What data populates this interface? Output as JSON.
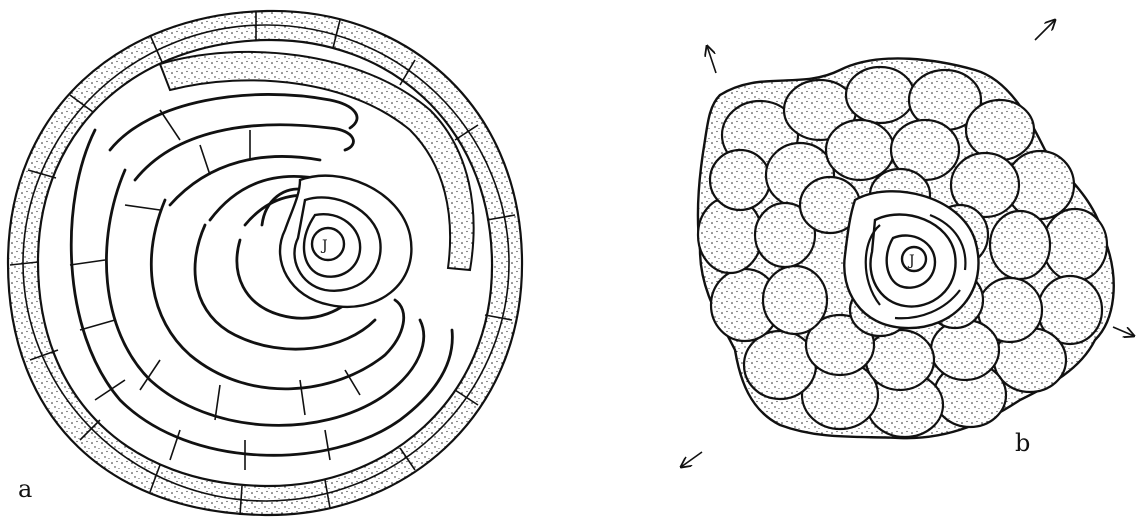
{
  "figure": {
    "panel_a": {
      "label": "a",
      "center_mark": "J"
    },
    "panel_b": {
      "label": "b",
      "center_mark": "J"
    }
  },
  "colors": {
    "ink": "#111111",
    "paper": "#ffffff"
  },
  "icons": [
    "outward-arrow-icon"
  ]
}
